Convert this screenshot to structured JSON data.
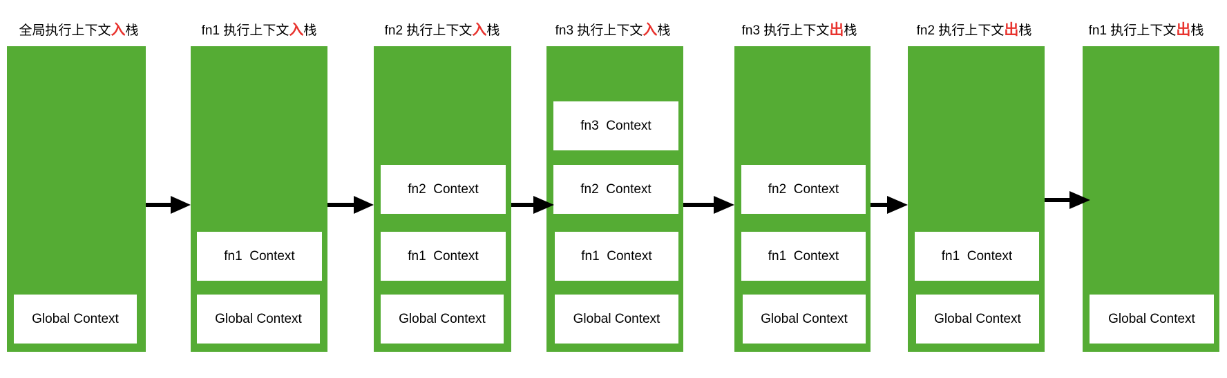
{
  "colors": {
    "stack": "#55ac34",
    "frame": "#ffffff",
    "accent": "#e8322d",
    "arrow": "#000000"
  },
  "stages": [
    {
      "title_prefix": "全局执行上下文",
      "title_accent": "入",
      "title_suffix": "栈",
      "frames": [
        "Global Context"
      ]
    },
    {
      "title_prefix": "fn1 执行上下文",
      "title_accent": "入",
      "title_suffix": "栈",
      "frames": [
        "fn1  Context",
        "Global Context"
      ]
    },
    {
      "title_prefix": "fn2 执行上下文",
      "title_accent": "入",
      "title_suffix": "栈",
      "frames": [
        "fn2  Context",
        "fn1  Context",
        "Global Context"
      ]
    },
    {
      "title_prefix": "fn3 执行上下文",
      "title_accent": "入",
      "title_suffix": "栈",
      "frames": [
        "fn3  Context",
        "fn2  Context",
        "fn1  Context",
        "Global Context"
      ]
    },
    {
      "title_prefix": "fn3 执行上下文",
      "title_accent": "出",
      "title_suffix": "栈",
      "frames": [
        "fn2  Context",
        "fn1  Context",
        "Global Context"
      ]
    },
    {
      "title_prefix": "fn2 执行上下文",
      "title_accent": "出",
      "title_suffix": "栈",
      "frames": [
        "fn1  Context",
        "Global Context"
      ]
    },
    {
      "title_prefix": "fn1 执行上下文",
      "title_accent": "出",
      "title_suffix": "栈",
      "frames": [
        "Global Context"
      ]
    }
  ]
}
